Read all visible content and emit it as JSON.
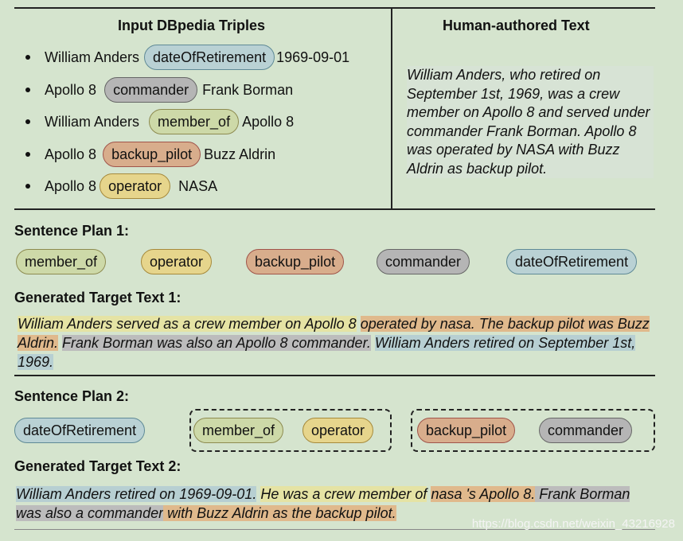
{
  "header": {
    "left_title": "Input DBpedia Triples",
    "right_title": "Human-authored Text"
  },
  "triples": [
    {
      "subject": "William Anders",
      "relation": "dateOfRetirement",
      "object": "1969-09-01",
      "color": "#b9d1d4"
    },
    {
      "subject": "Apollo 8",
      "relation": "commander",
      "object": "Frank Borman",
      "color": "#b5b5b5"
    },
    {
      "subject": "William Anders",
      "relation": "member_of",
      "object": "Apollo 8",
      "color": "#cdd9a8"
    },
    {
      "subject": "Apollo 8",
      "relation": "backup_pilot",
      "object": "Buzz Aldrin",
      "color": "#d8ad8c"
    },
    {
      "subject": "Apollo 8",
      "relation": "operator",
      "object": "NASA",
      "color": "#e6d58c"
    }
  ],
  "human_text": "William Anders, who retired on September 1st, 1969, was a crew member on Apollo 8 and served under commander Frank Borman. Apollo 8 was operated by NASA with Buzz Aldrin as backup pilot.",
  "plan1": {
    "label": "Sentence Plan 1:",
    "items": [
      "member_of",
      "operator",
      "backup_pilot",
      "commander",
      "dateOfRetirement"
    ]
  },
  "gen1": {
    "label": "Generated Target Text 1:",
    "segments": [
      {
        "text": "William Anders served as a crew member on Apollo 8",
        "hl": "yellow"
      },
      {
        "text": " ",
        "hl": ""
      },
      {
        "text": "operated by nasa.",
        "hl": "orange"
      },
      {
        "text": " The backup pilot was Buzz Aldrin.",
        "hl": "orange"
      },
      {
        "text": " ",
        "hl": ""
      },
      {
        "text": "Frank Borman was also an Apollo 8 commander.",
        "hl": "gray"
      },
      {
        "text": " ",
        "hl": ""
      },
      {
        "text": "William Anders retired on September 1st, 1969.",
        "hl": "blue"
      }
    ]
  },
  "plan2": {
    "label": "Sentence Plan 2:",
    "items": [
      "dateOfRetirement",
      "member_of",
      "operator",
      "backup_pilot",
      "commander"
    ]
  },
  "gen2": {
    "label": "Generated Target Text 2:",
    "segments": [
      {
        "text": "William Anders retired on 1969-09-01.",
        "hl": "blue"
      },
      {
        "text": " ",
        "hl": ""
      },
      {
        "text": "He was a crew member of",
        "hl": "yellow"
      },
      {
        "text": " ",
        "hl": ""
      },
      {
        "text": "nasa 's Apollo 8.",
        "hl": "orange"
      },
      {
        "text": " Frank Borman was also a commander",
        "hl": "gray"
      },
      {
        "text": " with Buzz Aldrin as the backup pilot.",
        "hl": "orange"
      }
    ]
  },
  "watermark": "https://blog.csdn.net/weixin_43216928"
}
